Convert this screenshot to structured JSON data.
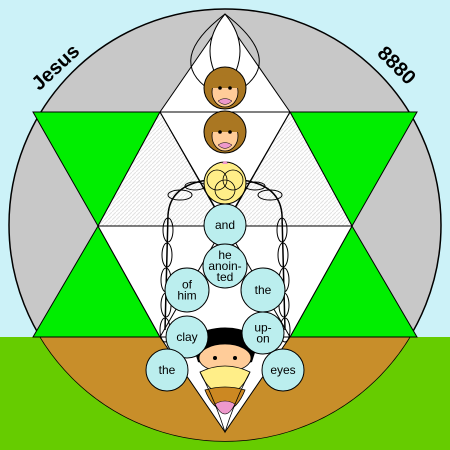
{
  "title_left": "Jesus",
  "title_right": "8880",
  "words": [
    {
      "id": "and",
      "lines": [
        "and"
      ]
    },
    {
      "id": "he-anointed",
      "lines": [
        "he",
        "anoin-",
        "ted"
      ]
    },
    {
      "id": "of-him",
      "lines": [
        "of",
        "him"
      ]
    },
    {
      "id": "the-upper",
      "lines": [
        "the"
      ]
    },
    {
      "id": "clay",
      "lines": [
        "clay"
      ]
    },
    {
      "id": "upon",
      "lines": [
        "up-",
        "on"
      ]
    },
    {
      "id": "the-lower",
      "lines": [
        "the"
      ]
    },
    {
      "id": "eyes",
      "lines": [
        "eyes"
      ]
    }
  ],
  "colors": {
    "sky": "#ccf2f8",
    "grass": "#66cc00",
    "disc": "#c8c8c8",
    "ground": "#c88e2a",
    "green": "#00ee00",
    "bubble": "#bbeeee",
    "yellow": "#ffee88",
    "face": "#ffcc99",
    "face_dark": "#aa7722",
    "pink": "#ee99cc"
  }
}
